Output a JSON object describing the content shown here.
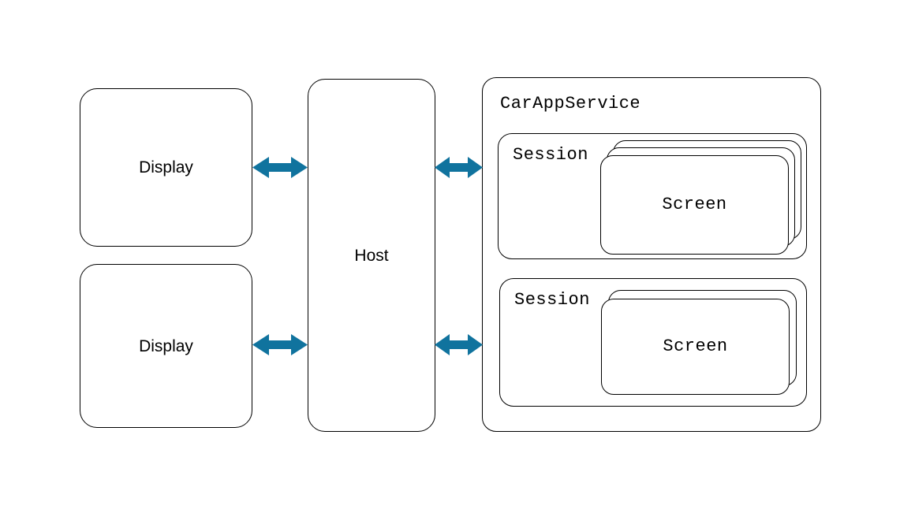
{
  "diagram": {
    "type": "architecture-block-diagram",
    "background_color": "#ffffff",
    "stroke_color": "#000000",
    "arrow_color": "#10739E",
    "nodes": {
      "display_top": {
        "label": "Display"
      },
      "display_bottom": {
        "label": "Display"
      },
      "host": {
        "label": "Host"
      },
      "service": {
        "label": "CarAppService"
      },
      "session_top": {
        "label": "Session",
        "screen_label": "Screen",
        "screen_stack_count": 3
      },
      "session_bottom": {
        "label": "Session",
        "screen_label": "Screen",
        "screen_stack_count": 2
      }
    },
    "connectors": [
      {
        "name": "display-top-to-host",
        "kind": "bidirectional-arrow"
      },
      {
        "name": "host-to-service-top",
        "kind": "bidirectional-arrow"
      },
      {
        "name": "display-bottom-to-host",
        "kind": "bidirectional-arrow"
      },
      {
        "name": "host-to-service-bottom",
        "kind": "bidirectional-arrow"
      }
    ]
  }
}
